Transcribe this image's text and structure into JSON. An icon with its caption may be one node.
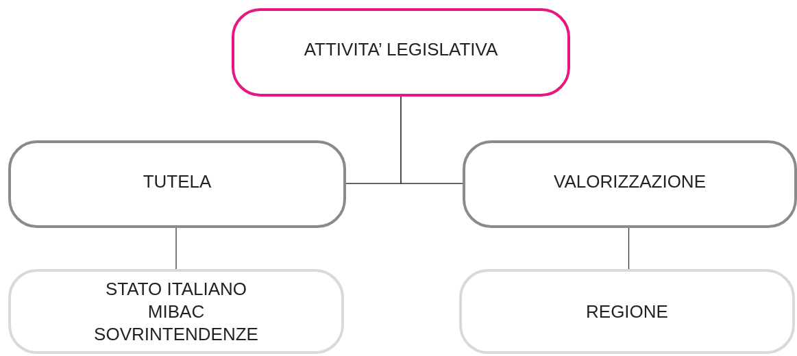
{
  "diagram": {
    "nodes": [
      {
        "text": [
          "ATTIVITA’ LEGISLATIVA"
        ]
      },
      {
        "text": [
          "TUTELA"
        ]
      },
      {
        "text": [
          "VALORIZZAZIONE"
        ]
      },
      {
        "text": [
          "STATO ITALIANO",
          "MIBAC",
          "SOVRINTENDENZE"
        ]
      },
      {
        "text": [
          "REGIONE"
        ]
      }
    ],
    "edges": [
      {
        "from": 0,
        "to": 1,
        "arrow": "none"
      },
      {
        "from": 0,
        "to": 2,
        "arrow": "none"
      },
      {
        "from": 1,
        "to": 3,
        "arrow": "none"
      },
      {
        "from": 2,
        "to": 4,
        "arrow": "none"
      }
    ]
  }
}
